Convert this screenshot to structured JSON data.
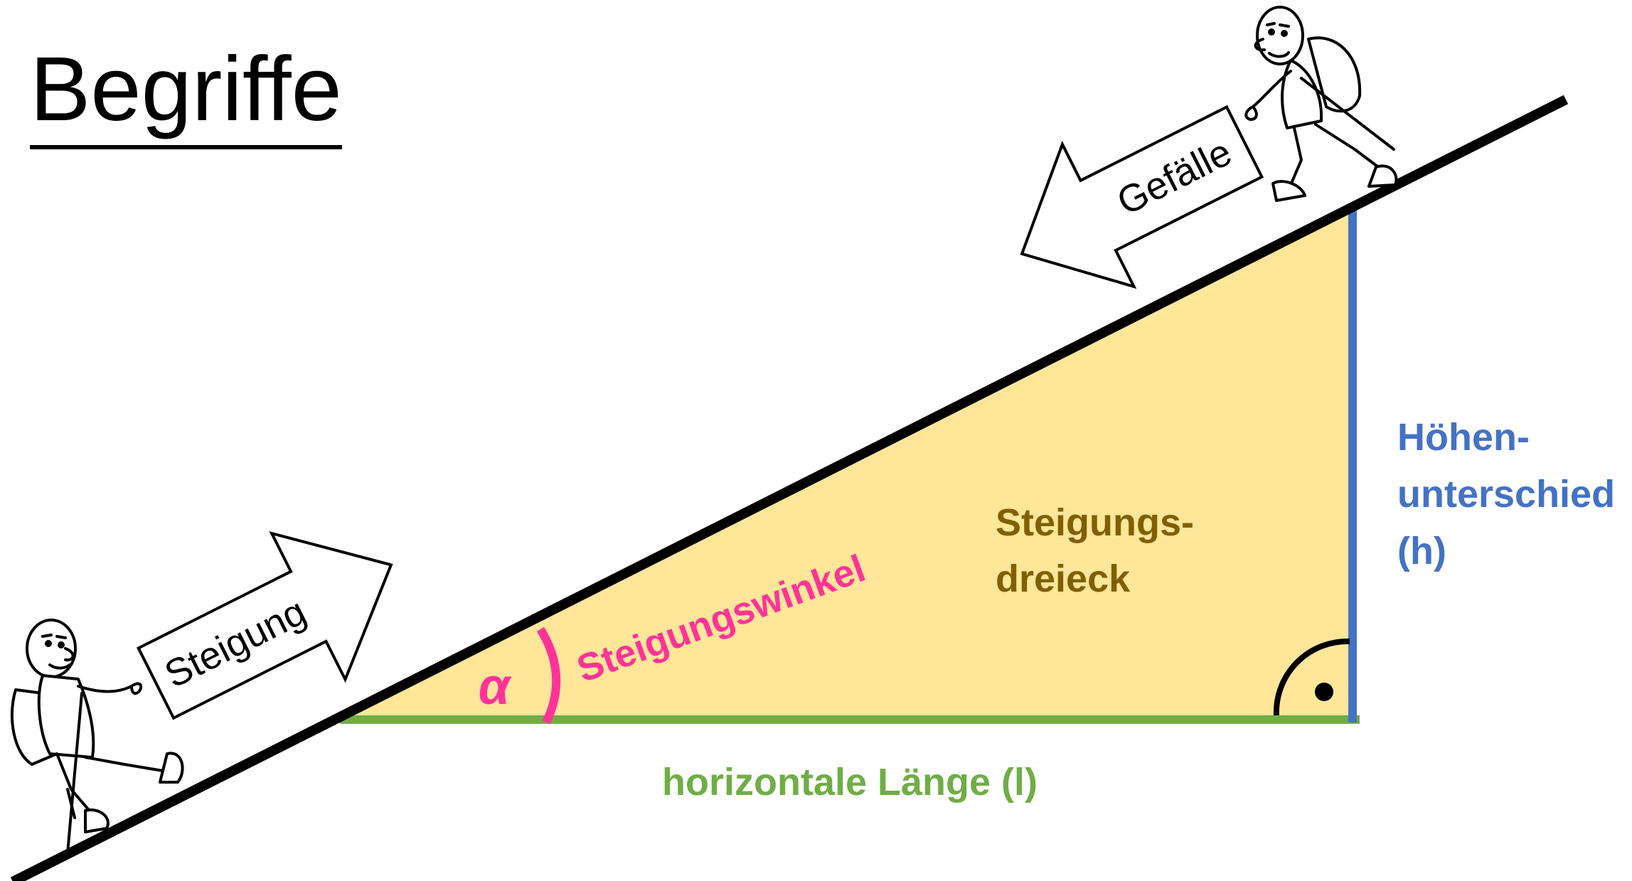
{
  "title": "Begriffe",
  "labels": {
    "ascent_arrow": "Steigung",
    "descent_arrow": "Gefälle",
    "angle_symbol": "α",
    "angle_name": "Steigungswinkel",
    "triangle_line1": "Steigungs-",
    "triangle_line2": "dreieck",
    "height_line1": "Höhen-",
    "height_line2": "unterschied",
    "height_line3": "(h)",
    "horizontal": "horizontale Länge (l)"
  },
  "colors": {
    "triangle_fill": "#FFE699",
    "slope_line": "#000000",
    "height_line": "#4472C4",
    "base_line": "#70AD47",
    "angle_arc": "#FF3399",
    "triangle_text": "#7F6000"
  },
  "icons": {
    "hiker_bottom": "hiker-walking-uphill",
    "hiker_top": "hiker-walking-downhill",
    "right_angle": "right-angle-marker"
  }
}
